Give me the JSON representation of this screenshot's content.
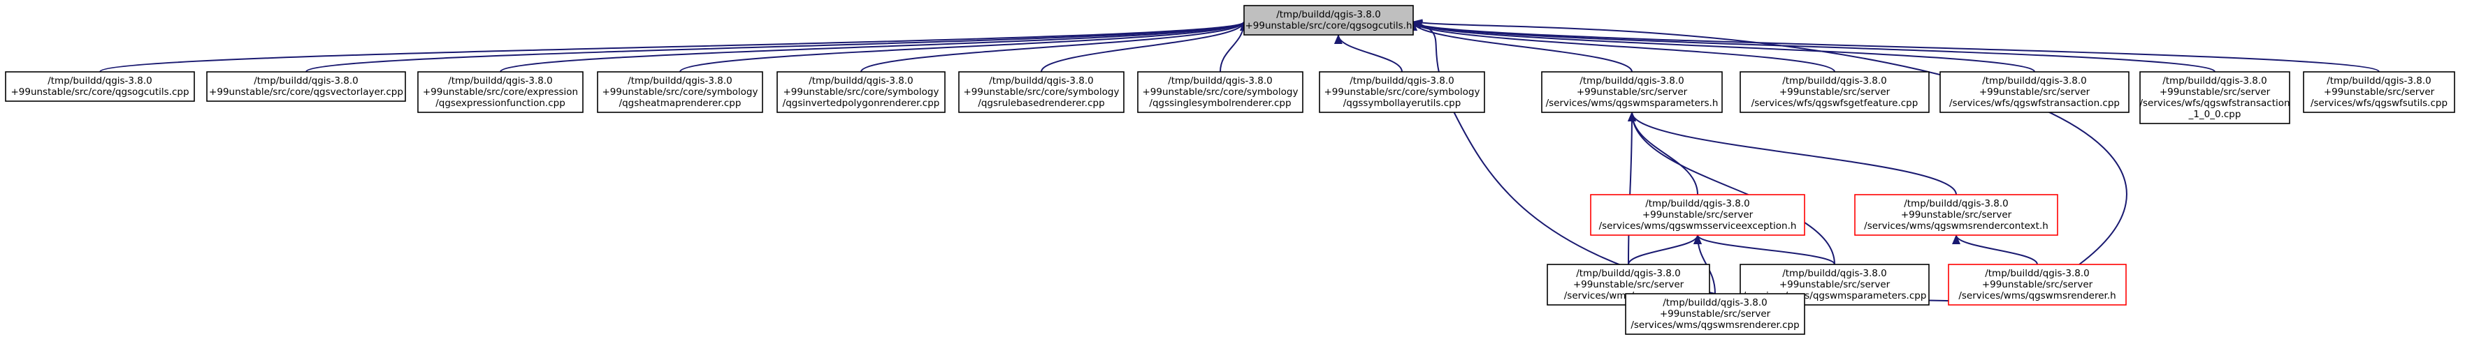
{
  "graph": {
    "root": {
      "id": "root",
      "lines": [
        "/tmp/buildd/qgis-3.8.0",
        "+99unstable/src/core/qgsogcutils.h"
      ],
      "style": "root"
    },
    "nodes": [
      {
        "id": "n_ogcutils_cpp",
        "lines": [
          "/tmp/buildd/qgis-3.8.0",
          "+99unstable/src/core/qgsogcutils.cpp"
        ],
        "style": "normal"
      },
      {
        "id": "n_vectorlayer_cpp",
        "lines": [
          "/tmp/buildd/qgis-3.8.0",
          "+99unstable/src/core/qgsvectorlayer.cpp"
        ],
        "style": "normal"
      },
      {
        "id": "n_exprfunc_cpp",
        "lines": [
          "/tmp/buildd/qgis-3.8.0",
          "+99unstable/src/core/expression",
          "/qgsexpressionfunction.cpp"
        ],
        "style": "normal"
      },
      {
        "id": "n_heatmap_cpp",
        "lines": [
          "/tmp/buildd/qgis-3.8.0",
          "+99unstable/src/core/symbology",
          "/qgsheatmaprenderer.cpp"
        ],
        "style": "normal"
      },
      {
        "id": "n_invpoly_cpp",
        "lines": [
          "/tmp/buildd/qgis-3.8.0",
          "+99unstable/src/core/symbology",
          "/qgsinvertedpolygonrenderer.cpp"
        ],
        "style": "normal"
      },
      {
        "id": "n_rulebased_cpp",
        "lines": [
          "/tmp/buildd/qgis-3.8.0",
          "+99unstable/src/core/symbology",
          "/qgsrulebasedrenderer.cpp"
        ],
        "style": "normal"
      },
      {
        "id": "n_singlesym_cpp",
        "lines": [
          "/tmp/buildd/qgis-3.8.0",
          "+99unstable/src/core/symbology",
          "/qgssinglesymbolrenderer.cpp"
        ],
        "style": "normal"
      },
      {
        "id": "n_symlayerutils_cpp",
        "lines": [
          "/tmp/buildd/qgis-3.8.0",
          "+99unstable/src/core/symbology",
          "/qgssymbollayerutils.cpp"
        ],
        "style": "normal"
      },
      {
        "id": "n_wmsparams_h",
        "lines": [
          "/tmp/buildd/qgis-3.8.0",
          "+99unstable/src/server",
          "/services/wms/qgswmsparameters.h"
        ],
        "style": "normal"
      },
      {
        "id": "n_wfsgetfeature_cpp",
        "lines": [
          "/tmp/buildd/qgis-3.8.0",
          "+99unstable/src/server",
          "/services/wfs/qgswfsgetfeature.cpp"
        ],
        "style": "normal"
      },
      {
        "id": "n_wfstransaction_cpp",
        "lines": [
          "/tmp/buildd/qgis-3.8.0",
          "+99unstable/src/server",
          "/services/wfs/qgswfstransaction.cpp"
        ],
        "style": "normal"
      },
      {
        "id": "n_wfstransaction100_cpp",
        "lines": [
          "/tmp/buildd/qgis-3.8.0",
          "+99unstable/src/server",
          "/services/wfs/qgswfstransaction",
          "_1_0_0.cpp"
        ],
        "style": "normal"
      },
      {
        "id": "n_wfsutils_cpp",
        "lines": [
          "/tmp/buildd/qgis-3.8.0",
          "+99unstable/src/server",
          "/services/wfs/qgswfsutils.cpp"
        ],
        "style": "normal"
      },
      {
        "id": "n_wmsserviceexc_h",
        "lines": [
          "/tmp/buildd/qgis-3.8.0",
          "+99unstable/src/server",
          "/services/wms/qgswmsserviceexception.h"
        ],
        "style": "red"
      },
      {
        "id": "n_wmsrendercontext_h",
        "lines": [
          "/tmp/buildd/qgis-3.8.0",
          "+99unstable/src/server",
          "/services/wms/qgswmsrendercontext.h"
        ],
        "style": "red"
      },
      {
        "id": "n_wms_cpp",
        "lines": [
          "/tmp/buildd/qgis-3.8.0",
          "+99unstable/src/server",
          "/services/wms/qgswms.cpp"
        ],
        "style": "normal"
      },
      {
        "id": "n_wmsparams_cpp",
        "lines": [
          "/tmp/buildd/qgis-3.8.0",
          "+99unstable/src/server",
          "/services/wms/qgswmsparameters.cpp"
        ],
        "style": "normal"
      },
      {
        "id": "n_wmsrenderer_h",
        "lines": [
          "/tmp/buildd/qgis-3.8.0",
          "+99unstable/src/server",
          "/services/wms/qgswmsrenderer.h"
        ],
        "style": "red"
      },
      {
        "id": "n_wmsrenderer_cpp",
        "lines": [
          "/tmp/buildd/qgis-3.8.0",
          "+99unstable/src/server",
          "/services/wms/qgswmsrenderer.cpp"
        ],
        "style": "normal"
      }
    ],
    "edges": [
      {
        "from": "n_ogcutils_cpp",
        "to": "root"
      },
      {
        "from": "n_vectorlayer_cpp",
        "to": "root"
      },
      {
        "from": "n_exprfunc_cpp",
        "to": "root"
      },
      {
        "from": "n_heatmap_cpp",
        "to": "root"
      },
      {
        "from": "n_invpoly_cpp",
        "to": "root"
      },
      {
        "from": "n_rulebased_cpp",
        "to": "root"
      },
      {
        "from": "n_singlesym_cpp",
        "to": "root"
      },
      {
        "from": "n_symlayerutils_cpp",
        "to": "root"
      },
      {
        "from": "n_wmsparams_h",
        "to": "root"
      },
      {
        "from": "n_wfsgetfeature_cpp",
        "to": "root"
      },
      {
        "from": "n_wfstransaction_cpp",
        "to": "root"
      },
      {
        "from": "n_wfstransaction100_cpp",
        "to": "root"
      },
      {
        "from": "n_wfsutils_cpp",
        "to": "root"
      },
      {
        "from": "n_wmsrenderer_cpp",
        "to": "root"
      },
      {
        "from": "n_wmsrenderer_h",
        "to": "root"
      },
      {
        "from": "n_wmsserviceexc_h",
        "to": "n_wmsparams_h"
      },
      {
        "from": "n_wmsrendercontext_h",
        "to": "n_wmsparams_h"
      },
      {
        "from": "n_wms_cpp",
        "to": "n_wmsparams_h"
      },
      {
        "from": "n_wmsparams_cpp",
        "to": "n_wmsparams_h"
      },
      {
        "from": "n_wms_cpp",
        "to": "n_wmsserviceexc_h"
      },
      {
        "from": "n_wmsparams_cpp",
        "to": "n_wmsserviceexc_h"
      },
      {
        "from": "n_wmsrenderer_cpp",
        "to": "n_wmsserviceexc_h"
      },
      {
        "from": "n_wmsrenderer_h",
        "to": "n_wmsrendercontext_h"
      },
      {
        "from": "n_wmsrenderer_cpp",
        "to": "n_wmsrenderer_h"
      }
    ],
    "colors": {
      "edge": "#191970",
      "root_fill": "#bfbfbf",
      "red_border": "#ff0000",
      "normal_border": "#000000"
    }
  }
}
